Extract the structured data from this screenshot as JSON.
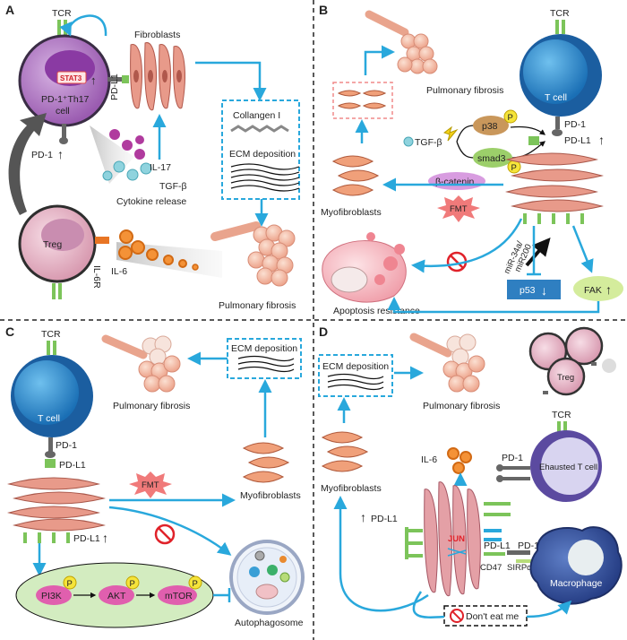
{
  "colors": {
    "arrow": "#29a8dc",
    "fibroblast": "#e89a8a",
    "tcell": "#2f86c9",
    "receptor": "#7cc45a",
    "phospho": "#f5e43a",
    "fmt": "#f07a7a"
  },
  "panelA": {
    "letter": "A",
    "tcr": "TCR",
    "stat3": "STAT3",
    "cell_line1": "PD-1⁺Th17",
    "cell_line2": "cell",
    "pd1": "PD-1",
    "pdl1": "PD-L1",
    "fibroblasts": "Fibroblasts",
    "il17": "IL-17",
    "tgfb": "TGF-β",
    "cytokine_release": "Cytokine release",
    "collagen": "Collangen I",
    "ecm": "ECM deposition",
    "treg": "Treg",
    "il6r": "IL-6R",
    "il6": "IL-6",
    "pulmonary": "Pulmonary fibrosis"
  },
  "panelB": {
    "letter": "B",
    "tcr": "TCR",
    "tcell": "T cell",
    "pulmonary": "Pulmonary fibrosis",
    "tgfb": "TGF-β",
    "p38": "p38",
    "smad3": "smad3",
    "p": "P",
    "pd1": "PD-1",
    "pdl1": "PD-L1",
    "myofibroblasts": "Myofibroblasts",
    "bcatenin": "β-catenin",
    "fmt": "FMT",
    "mirna": "miR-34a/\nmiR200",
    "p53": "p53",
    "fak": "FAK",
    "apoptosis": "Apoptosis resistance"
  },
  "panelC": {
    "letter": "C",
    "tcr": "TCR",
    "tcell": "T cell",
    "pulmonary": "Pulmonary fibrosis",
    "ecm": "ECM deposition",
    "pd1": "PD-1",
    "pdl1": "PD-L1",
    "fmt": "FMT",
    "myofibroblasts": "Myofibroblasts",
    "pi3k": "PI3K",
    "akt": "AKT",
    "mtor": "mTOR",
    "p": "P",
    "autophagosome": "Autophagosome"
  },
  "panelD": {
    "letter": "D",
    "ecm": "ECM deposition",
    "pulmonary": "Pulmonary fibrosis",
    "treg": "Treg",
    "tcr": "TCR",
    "il6": "IL-6",
    "pd1": "PD-1",
    "exhausted": "Ehausted T cell",
    "myofibroblasts": "Myofibroblasts",
    "pdl1": "PD-L1",
    "jun": "JUN",
    "cd47": "CD47",
    "sirpa": "SIRPα",
    "macrophage": "Macrophage",
    "dont_eat": "Don't eat me"
  }
}
